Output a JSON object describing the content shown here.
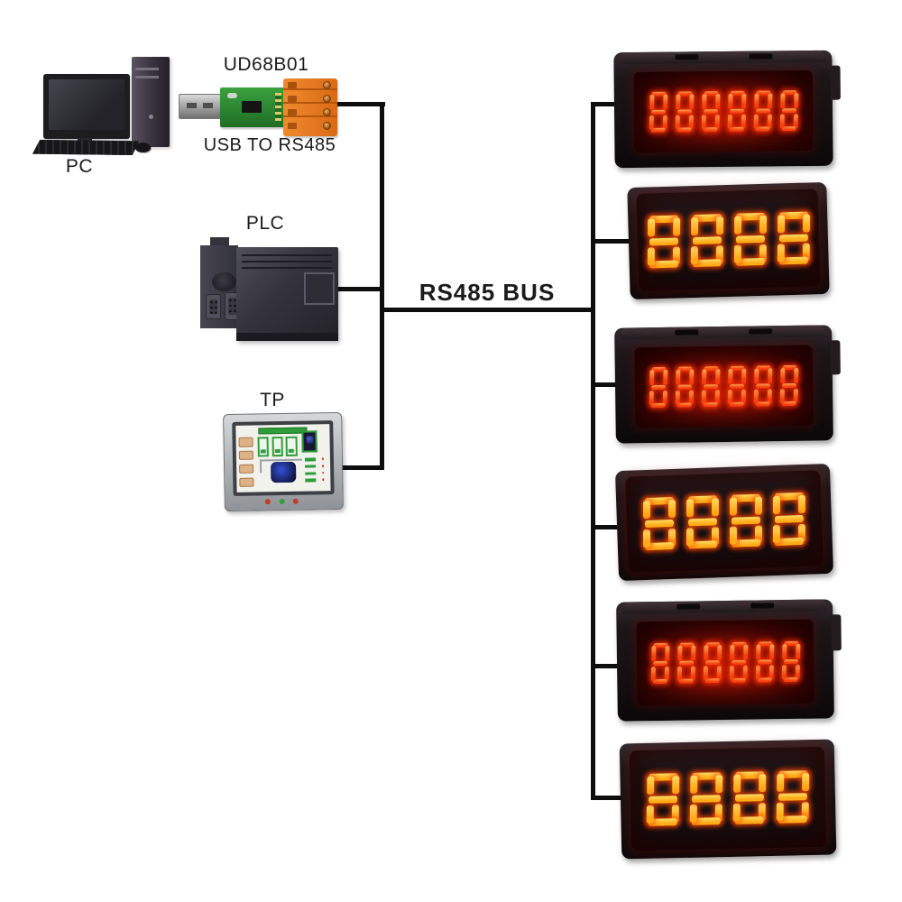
{
  "bus": {
    "label": "RS485 BUS"
  },
  "nodes": {
    "pc": {
      "label": "PC"
    },
    "usb_adapter": {
      "model": "UD68B01",
      "caption": "USB TO RS485"
    },
    "plc": {
      "label": "PLC"
    },
    "touch_panel": {
      "label": "TP"
    }
  },
  "displays": [
    {
      "name": "led-panel-1",
      "type": "6-digit",
      "digits": "888888"
    },
    {
      "name": "led-panel-2",
      "type": "4-digit",
      "digits": "8888"
    },
    {
      "name": "led-panel-3",
      "type": "6-digit",
      "digits": "888888"
    },
    {
      "name": "led-panel-4",
      "type": "4-digit",
      "digits": "8888"
    },
    {
      "name": "led-panel-5",
      "type": "6-digit",
      "digits": "888888"
    },
    {
      "name": "led-panel-6",
      "type": "4-digit",
      "digits": "8888"
    }
  ],
  "colors": {
    "wire": "#0e0e0e",
    "six_digit_segment": "#f4430f",
    "six_digit_segment_highlight": "#ffa24e",
    "four_digit_segment": "#ffab18",
    "four_digit_segment_highlight": "#ffdb64",
    "display_face_glow": "#9c1205",
    "pcb_green": "#2f8f33",
    "terminal_orange": "#e2731d"
  }
}
